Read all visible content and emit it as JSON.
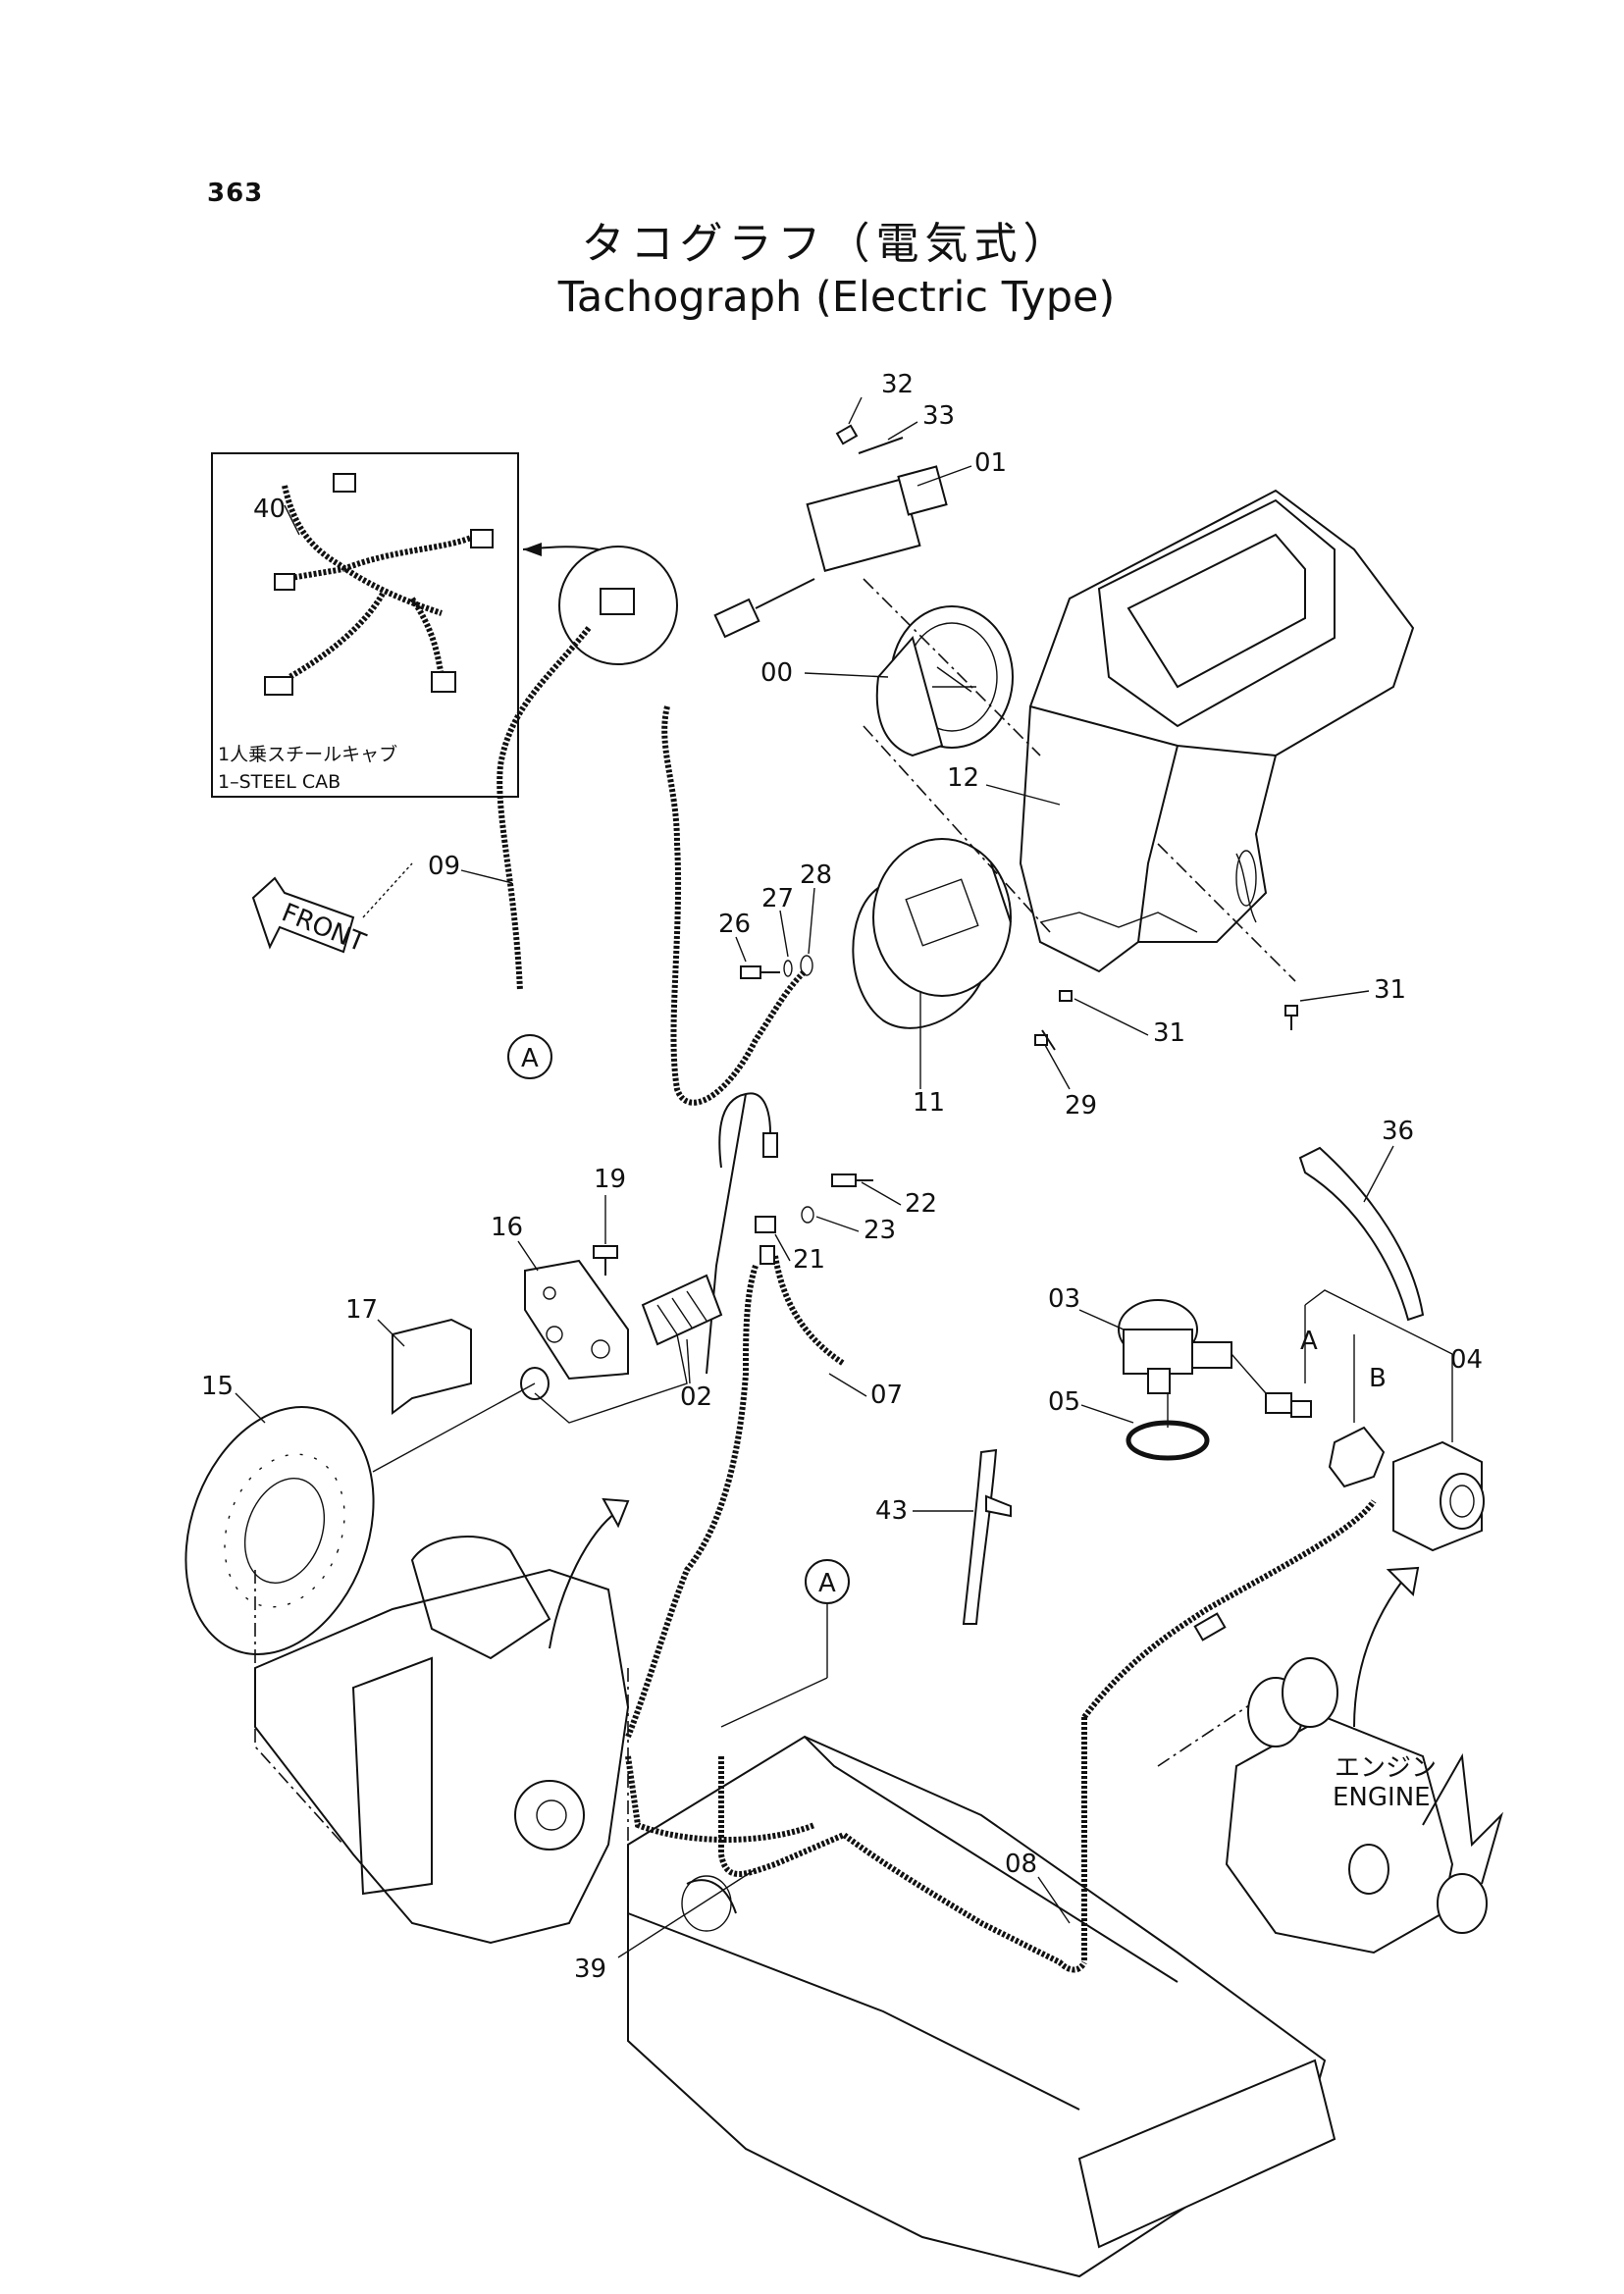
{
  "page_number": "363",
  "title_jp": "タコグラフ（電気式）",
  "title_en": "Tachograph (Electric Type)",
  "inset": {
    "caption_jp": "1人乗スチールキャブ",
    "caption_en": "1–STEEL  CAB",
    "part": "40"
  },
  "front_label": "FRONT",
  "engine_label_jp": "エンジン",
  "engine_label_en": "ENGINE",
  "callouts": {
    "A": "A",
    "B": "B",
    "c00": "00",
    "c01": "01",
    "c02": "02",
    "c03": "03",
    "c04": "04",
    "c05": "05",
    "c07": "07",
    "c08": "08",
    "c09": "09",
    "c11": "11",
    "c12": "12",
    "c15": "15",
    "c16": "16",
    "c17": "17",
    "c19": "19",
    "c21": "21",
    "c22": "22",
    "c23": "23",
    "c26": "26",
    "c27": "27",
    "c28": "28",
    "c29": "29",
    "c31a": "31",
    "c31b": "31",
    "c32": "32",
    "c33": "33",
    "c36": "36",
    "c39": "39",
    "c43": "43"
  }
}
